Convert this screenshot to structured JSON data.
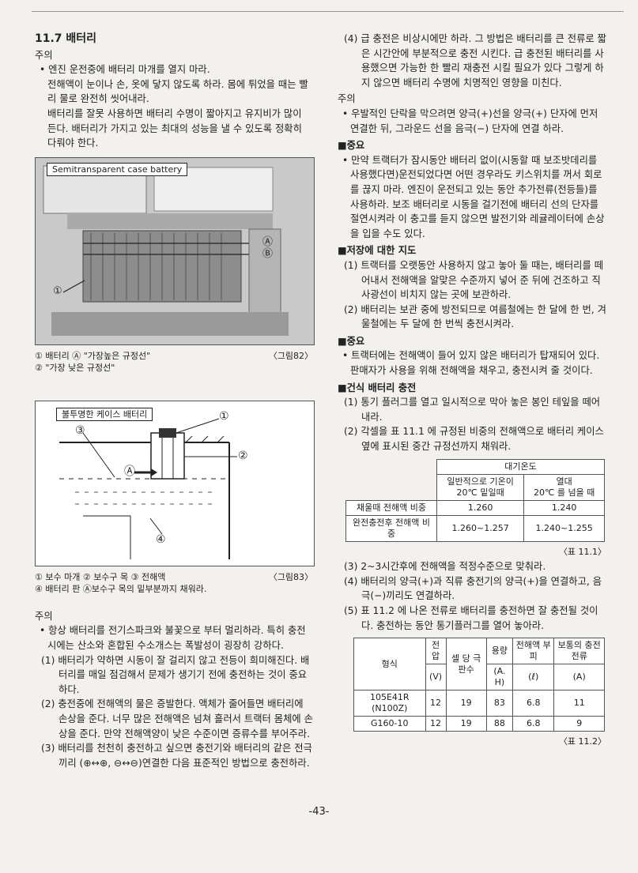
{
  "left": {
    "heading": "11.7 배터리",
    "caution1_label": "주의",
    "caution1_bullet": "• 엔진 운전중에 배터리 마개를 열지 마라.",
    "caution1_p1": "전해액이 눈이나 손, 옷에 닿지 않도록 하라. 몸에 튀었을 때는 빨리 물로 완전히 씻어내라.",
    "caution1_p2": "배터리를 잘못 사용하면 배터리 수명이 짧아지고 유지비가 많이 든다. 배터리가 가지고 있는 최대의 성능을 낼 수 있도록 정확히 다뤄야 한다.",
    "fig82": {
      "label": "Semitransparent case battery",
      "markA": "Ⓐ",
      "markB": "Ⓑ",
      "mark1": "①",
      "cap1": "① 배터리 Ⓐ \"가장높은 규정선\"",
      "cap2": "② \"가장 낮은 규정선\"",
      "ref": "〈그림82〉"
    },
    "fig83": {
      "label": "불투명한 케이스 배터리",
      "m1": "①",
      "m2": "②",
      "m3": "③",
      "m4": "④",
      "mA": "Ⓐ",
      "cap1": "① 보수 마개 ② 보수구 목 ③ 전해액",
      "cap2": "④ 배터리 판 Ⓐ보수구 목의 밑부분까지 채워라.",
      "ref": "〈그림83〉"
    },
    "caution2_label": "주의",
    "caution2_bullet": "• 항상 배터리를 전기스파크와 불꽃으로 부터 멀리하라. 특히 충전시에는 산소와 혼합된 수소개스는 폭발성이 굉장히 강하다.",
    "items": [
      "(1) 배터리가 약하면 시동이 잘 걸리지 않고 전등이 희미해진다. 배터리를 매일 점검해서 문제가 생기기 전에 충전하는 것이 중요하다.",
      "(2) 충전중에 전해액의 물은 증발한다. 액체가 줄어들면 배터리에 손상을 준다. 너무 많은 전해액은 넘쳐 흘러서 트랙터 몸체에 손상을 준다. 만약 전해액양이 낮은 수준이면 증류수를 부어주라.",
      "(3) 배터리를 천천히 충전하고 싶으면 충전기와 배터리의 같은 전극끼리 (⊕↔⊕, ⊖↔⊖)연결한 다음 표준적인 방법으로 충전하라."
    ]
  },
  "right": {
    "item4": "(4) 급 충전은 비상시에만 하라. 그 방법은 배터리를 큰 전류로 짧은 시간안에 부분적으로 충전 시킨다. 급 충전된 배터리를 사용했으면 가능한 한 빨리 재충전 시킬 필요가 있다 그렇게 하지 않으면 배터리 수명에 치명적인 영향을 미친다.",
    "caution_label": "주의",
    "caution_bullet": "• 우발적인 단락을 막으려면 양극(+)선을 양극(+) 단자에 먼저 연결한 뒤, 그라운드 선을 음극(−) 단자에 연결 하라.",
    "important1_label": "■중요",
    "important1_bullet": "• 만약 트랙터가 잠시동안 배터리 없이(시동할 때 보조밧데리를 사용했다면)운전되었다면 어떤 경우라도 키스위치를 꺼서 회로를 끊지 마라. 엔진이 운전되고 있는 동안 추가전류(전등들)를 사용하라. 보조 배터리로 시동을 걸기전에 배터리 선의 단자를 절연시켜라 이 충고를 듣지 않으면 발전기와 레귤레이터에 손상을 입을 수도 있다.",
    "storage_label": "■저장에 대한 지도",
    "storage1": "(1) 트랙터를 오랫동안 사용하지 않고 놓아 둘 때는, 배터리를 떼어내서 전해액을 알맞은 수준까지 넣어 준 뒤에 건조하고 직사광선이 비치지 않는 곳에 보관하라.",
    "storage2": "(2) 배터리는 보관 중에 방전되므로 여름철에는 한 달에 한 번, 겨울철에는 두 달에 한 번씩 충전시켜라.",
    "important2_label": "■중요",
    "important2_bullet": "• 트랙터에는 전해액이 들어 있지 않은 배터리가 탑재되어 있다. 판매자가 사용을 위해 전해액을 채우고, 충전시켜 줄 것이다.",
    "dry_label": "■건식 배터리 충전",
    "dry1": "(1) 통기 플러그를 열고 일시적으로 막아 놓은 봉인 테잎을 떼어 내라.",
    "dry2": "(2) 각셀을 표 11.1 에 규정된 비중의 전해액으로 배터리 케이스 옆에 표시된 중간 규정선까지 채워라.",
    "table1": {
      "h_top": "대기온도",
      "h_normal": "일반적으로 기온이",
      "h_normal2": "20℃ 밑일때",
      "h_hot": "열대",
      "h_hot2": "20℃ 를 넘을 때",
      "r1_label": "채울때 전해액 비중",
      "r1_a": "1.260",
      "r1_b": "1.240",
      "r2_label": "완전충전후 전해액 비중",
      "r2_a": "1.260~1.257",
      "r2_b": "1.240~1.255",
      "ref": "〈표 11.1〉"
    },
    "dry3": "(3) 2~3시간후에 전해액을 적정수준으로 맞춰라.",
    "dry4": "(4) 배터리의 양극(+)과 직류 충전기의 양극(+)을 연결하고, 음극(−)끼리도 연결하라.",
    "dry5": "(5) 표 11.2 에 나온 전류로 배터리를 충전하면 잘 충전될 것이다. 충전하는 동안 통기플러그를 열어 놓아라.",
    "table2": {
      "h_type": "형식",
      "h_volt": "전압",
      "h_volt_u": "(V)",
      "h_cells": "셀 당 극판수",
      "h_cap": "용량",
      "h_cap_u": "(A. H)",
      "h_elec": "전해액 부 피",
      "h_elec_u": "(ℓ)",
      "h_curr": "보통의 충전전류",
      "h_curr_u": "(A)",
      "rows": [
        {
          "type": "105E41R (N100Z)",
          "v": "12",
          "c": "19",
          "cap": "83",
          "e": "6.8",
          "a": "11"
        },
        {
          "type": "G160-10",
          "v": "12",
          "c": "19",
          "cap": "88",
          "e": "6.8",
          "a": "9"
        }
      ],
      "ref": "〈표 11.2〉"
    }
  },
  "page_number": "-43-"
}
